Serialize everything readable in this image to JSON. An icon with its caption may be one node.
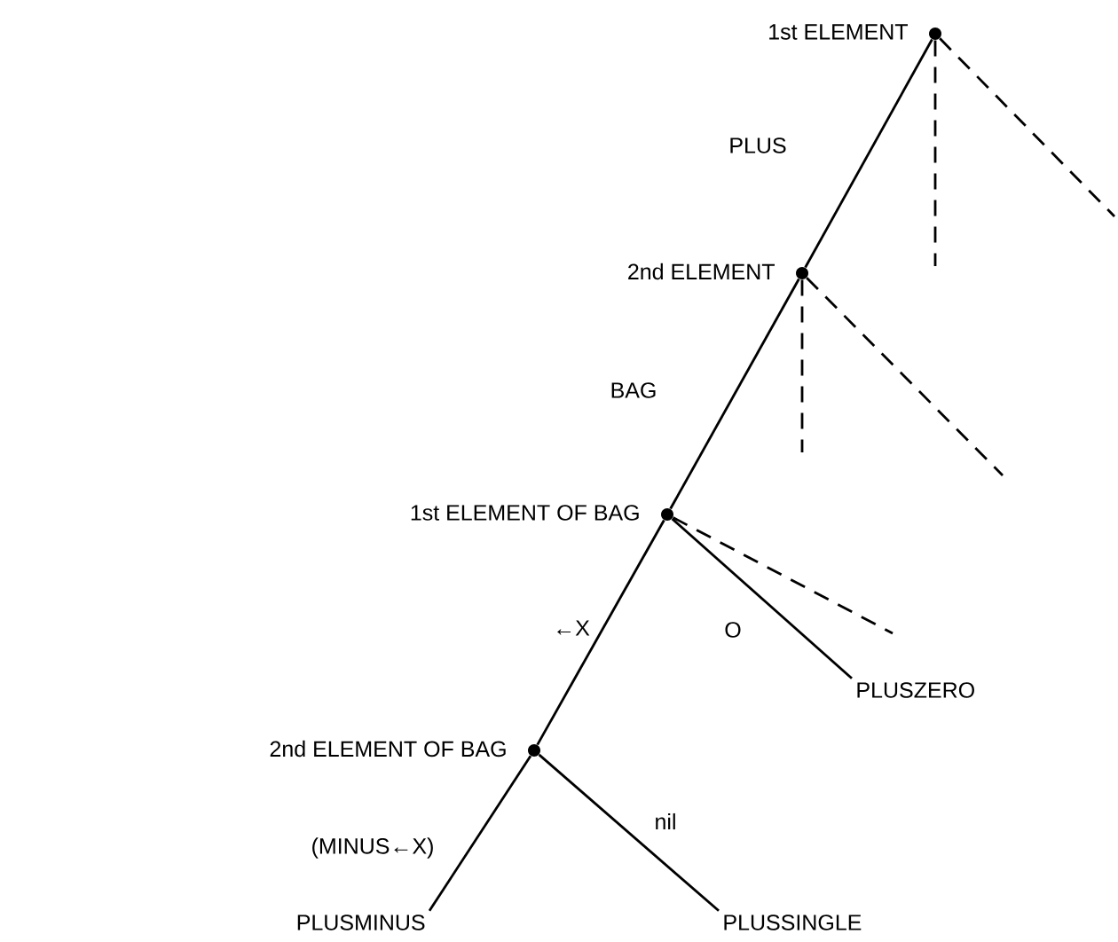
{
  "diagram": {
    "nodes": [
      {
        "text": [],
        "shape": "circle",
        "beside": [
          "1st ELEMENT"
        ]
      },
      {
        "text": [],
        "shape": "circle",
        "beside": [
          "2nd ELEMENT"
        ]
      },
      {
        "text": [],
        "shape": "circle",
        "beside": [
          "1st ELEMENT OF BAG"
        ]
      },
      {
        "text": [],
        "shape": "circle",
        "beside": [
          "2nd ELEMENT OF BAG"
        ]
      },
      {
        "text": [
          "PLUSZERO"
        ]
      },
      {
        "text": [
          "PLUSMINUS"
        ]
      },
      {
        "text": [
          "PLUSSINGLE"
        ]
      }
    ],
    "edges": [
      {
        "from": 0,
        "to": 1,
        "arrow": "none",
        "label": "PLUS"
      },
      {
        "from": 0,
        "to": null,
        "arrow": "none",
        "style": "dashed"
      },
      {
        "from": 0,
        "to": null,
        "arrow": "none",
        "style": "dashed"
      },
      {
        "from": 1,
        "to": 2,
        "arrow": "none",
        "label": "BAG"
      },
      {
        "from": 1,
        "to": null,
        "arrow": "none",
        "style": "dashed"
      },
      {
        "from": 1,
        "to": null,
        "arrow": "none",
        "style": "dashed"
      },
      {
        "from": 2,
        "to": 3,
        "arrow": "none",
        "label": "←X"
      },
      {
        "from": 2,
        "to": null,
        "arrow": "none",
        "style": "dashed"
      },
      {
        "from": 2,
        "to": 4,
        "arrow": "none",
        "label": "O"
      },
      {
        "from": 3,
        "to": 5,
        "arrow": "none",
        "label": "(MINUS←X)"
      },
      {
        "from": 3,
        "to": 6,
        "arrow": "none",
        "label": "nil"
      }
    ]
  }
}
